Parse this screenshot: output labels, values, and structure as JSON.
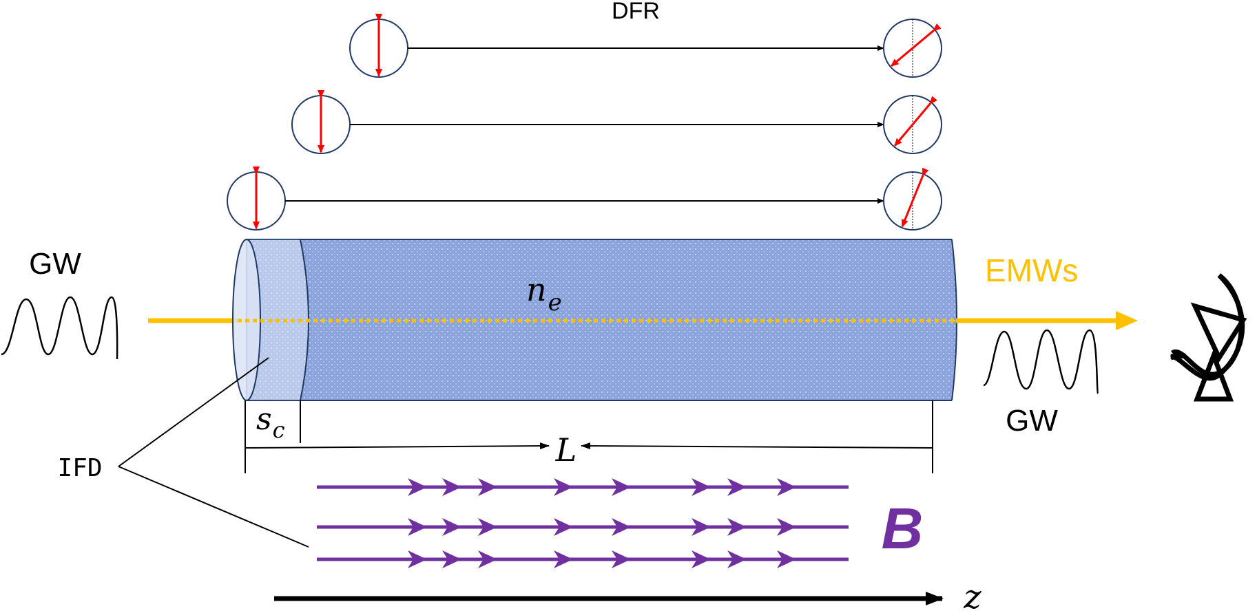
{
  "labels": {
    "dfr": "DFR",
    "gw_in": "GW",
    "gw_out": "GW",
    "emws": "EMWs",
    "ne_base": "n",
    "ne_sub": "e",
    "sc_base": "s",
    "sc_sub": "c",
    "length": "L",
    "ifd": "IFD",
    "bfield": "B",
    "zaxis": "z"
  },
  "polarization_rows": [
    {
      "start_angle_deg": 0,
      "end_angle_deg": 34
    },
    {
      "start_angle_deg": 0,
      "end_angle_deg": 30
    },
    {
      "start_angle_deg": 0,
      "end_angle_deg": 20
    }
  ],
  "colors": {
    "plasma_fill": "#8aa3dc",
    "plasma_edge": "#1f3864",
    "end_cap": "#c6d3ee",
    "beam": "#ffc000",
    "polarization": "#ff0000",
    "circle_edge": "#1f3864",
    "magnetic_field": "#7030a0",
    "text": "#000000"
  },
  "icons": {
    "detector": "radio-telescope-dish-icon",
    "field_arrow": "chevron-arrow-icon",
    "wave": "sine-wave-icon"
  }
}
